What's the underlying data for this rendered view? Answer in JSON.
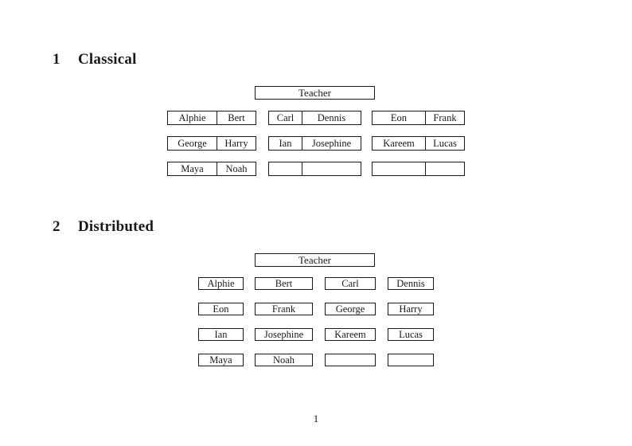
{
  "page_number": "1",
  "text_color": "#1a1a1a",
  "background_color": "#ffffff",
  "classical": {
    "heading_number": "1",
    "heading_title": "Classical",
    "teacher_label": "Teacher",
    "groups": [
      {
        "rows": [
          [
            "Alphie",
            "Bert"
          ],
          [
            "George",
            "Harry"
          ],
          [
            "Maya",
            "Noah"
          ]
        ]
      },
      {
        "rows": [
          [
            "Carl",
            "Dennis"
          ],
          [
            "Ian",
            "Josephine"
          ],
          [
            "",
            ""
          ]
        ]
      },
      {
        "rows": [
          [
            "Eon",
            "Frank"
          ],
          [
            "Kareem",
            "Lucas"
          ],
          [
            "",
            ""
          ]
        ]
      }
    ]
  },
  "distributed": {
    "heading_number": "2",
    "heading_title": "Distributed",
    "teacher_label": "Teacher",
    "rows": [
      [
        "Alphie",
        "Bert",
        "Carl",
        "Dennis"
      ],
      [
        "Eon",
        "Frank",
        "George",
        "Harry"
      ],
      [
        "Ian",
        "Josephine",
        "Kareem",
        "Lucas"
      ],
      [
        "Maya",
        "Noah",
        "",
        ""
      ]
    ]
  }
}
